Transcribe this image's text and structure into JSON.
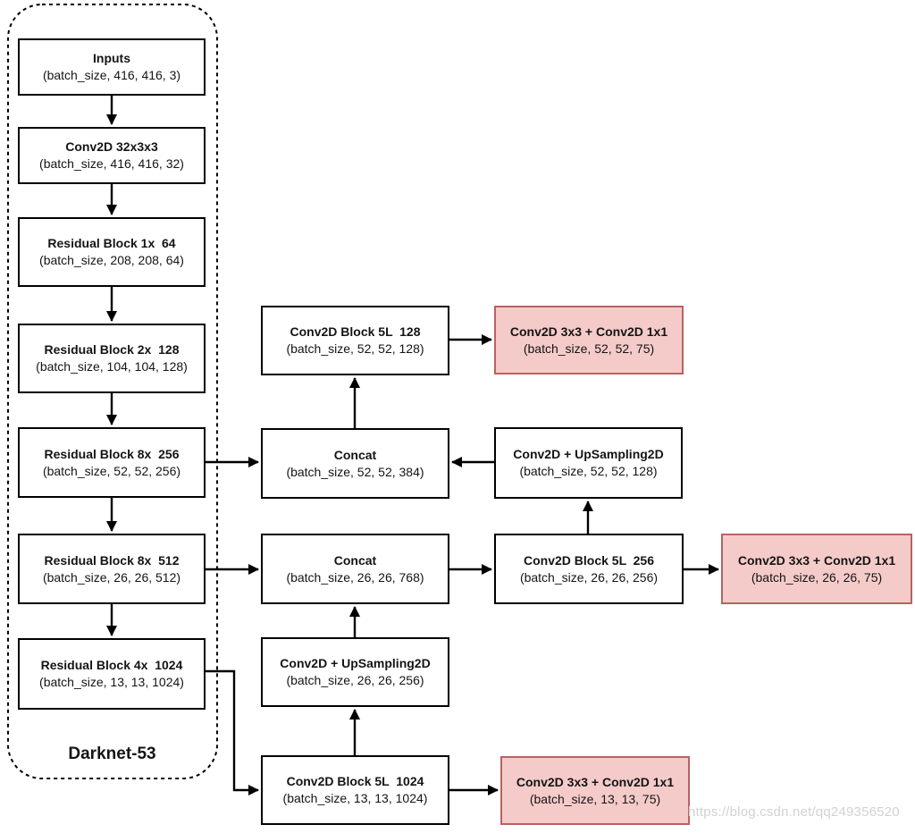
{
  "backbone_label": "Darknet-53",
  "watermark": "https://blog.csdn.net/qq249356520",
  "colors": {
    "box_fill": "#ffffff",
    "box_border": "#000000",
    "detection_head_fill": "#f5cbca",
    "detection_head_border": "#b66361",
    "line": "#000000",
    "watermark_text": "#d2d2d2"
  },
  "nodes": {
    "inputs": {
      "title": "Inputs",
      "dims": "(batch_size, 416, 416, 3)"
    },
    "conv32": {
      "title": "Conv2D 32x3x3",
      "dims": "(batch_size, 416, 416, 32)"
    },
    "res1": {
      "title": "Residual Block 1x  64",
      "dims": "(batch_size, 208, 208, 64)"
    },
    "res2": {
      "title": "Residual Block 2x  128",
      "dims": "(batch_size, 104, 104, 128)"
    },
    "res8a": {
      "title": "Residual Block 8x  256",
      "dims": "(batch_size, 52, 52, 256)"
    },
    "res8b": {
      "title": "Residual Block 8x  512",
      "dims": "(batch_size, 26, 26, 512)"
    },
    "res4": {
      "title": "Residual Block 4x  1024",
      "dims": "(batch_size, 13, 13, 1024)"
    },
    "block5l_128": {
      "title": "Conv2D Block 5L  128",
      "dims": "(batch_size, 52, 52, 128)"
    },
    "concat52": {
      "title": "Concat",
      "dims": "(batch_size, 52, 52, 384)"
    },
    "concat26": {
      "title": "Concat",
      "dims": "(batch_size, 26, 26, 768)"
    },
    "upsample26": {
      "title": "Conv2D + UpSampling2D",
      "dims": "(batch_size, 26, 26, 256)"
    },
    "block5l_1024": {
      "title": "Conv2D Block 5L  1024",
      "dims": "(batch_size, 13, 13, 1024)"
    },
    "head52": {
      "title": "Conv2D 3x3 + Conv2D 1x1",
      "dims": "(batch_size, 52, 52, 75)"
    },
    "upsample52": {
      "title": "Conv2D + UpSampling2D",
      "dims": "(batch_size, 52, 52, 128)"
    },
    "block5l_256": {
      "title": "Conv2D Block 5L  256",
      "dims": "(batch_size, 26, 26, 256)"
    },
    "head26": {
      "title": "Conv2D 3x3 + Conv2D 1x1",
      "dims": "(batch_size, 26, 26, 75)"
    },
    "head13": {
      "title": "Conv2D 3x3 + Conv2D 1x1",
      "dims": "(batch_size, 13, 13, 75)"
    }
  },
  "edges": [
    {
      "from": "inputs",
      "to": "conv32"
    },
    {
      "from": "conv32",
      "to": "res1"
    },
    {
      "from": "res1",
      "to": "res2"
    },
    {
      "from": "res2",
      "to": "res8a"
    },
    {
      "from": "res8a",
      "to": "res8b"
    },
    {
      "from": "res8b",
      "to": "res4"
    },
    {
      "from": "res8a",
      "to": "concat52"
    },
    {
      "from": "res8b",
      "to": "concat26"
    },
    {
      "from": "res4",
      "to": "block5l_1024"
    },
    {
      "from": "concat52",
      "to": "block5l_128"
    },
    {
      "from": "block5l_128",
      "to": "head52"
    },
    {
      "from": "upsample52",
      "to": "concat52"
    },
    {
      "from": "block5l_256",
      "to": "upsample52"
    },
    {
      "from": "concat26",
      "to": "block5l_256"
    },
    {
      "from": "block5l_256",
      "to": "head26"
    },
    {
      "from": "upsample26",
      "to": "concat26"
    },
    {
      "from": "block5l_1024",
      "to": "upsample26"
    },
    {
      "from": "block5l_1024",
      "to": "head13"
    }
  ]
}
